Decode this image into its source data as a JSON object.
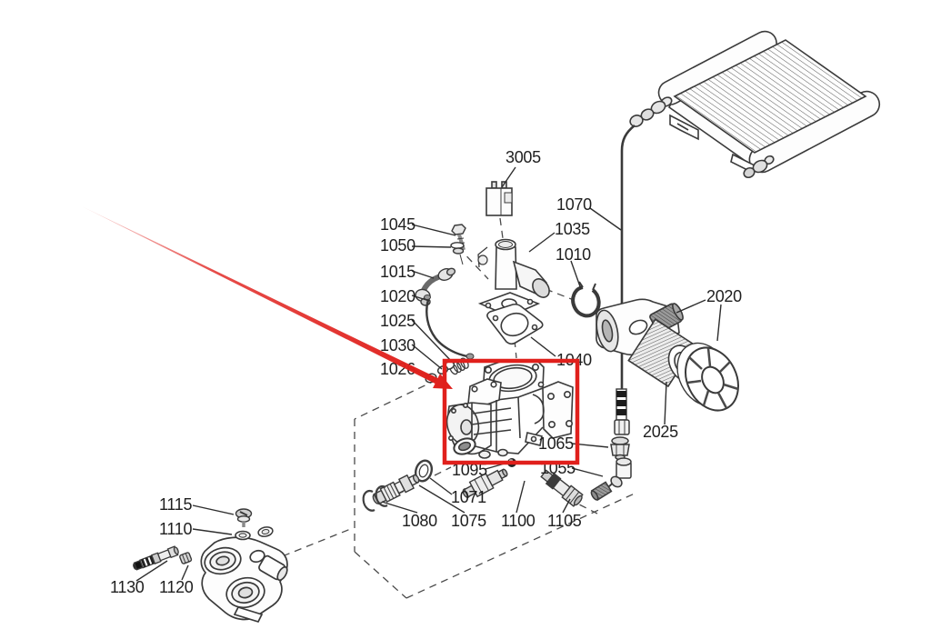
{
  "diagram": {
    "type": "exploded-parts-diagram",
    "description": "Compressor / pump exploded parts view with numbered callouts; one part highlighted by red box and red arrow",
    "background_color": "#ffffff",
    "line_color": "#3a3a3a",
    "highlight_color": "#e0201c"
  },
  "labels": [
    {
      "text": "3005"
    },
    {
      "text": "1045"
    },
    {
      "text": "1050"
    },
    {
      "text": "1015"
    },
    {
      "text": "1020"
    },
    {
      "text": "1025"
    },
    {
      "text": "1030"
    },
    {
      "text": "1026"
    },
    {
      "text": "1070"
    },
    {
      "text": "1035"
    },
    {
      "text": "1010"
    },
    {
      "text": "1040"
    },
    {
      "text": "2020"
    },
    {
      "text": "2025"
    },
    {
      "text": "1065"
    },
    {
      "text": "1095"
    },
    {
      "text": "1055"
    },
    {
      "text": "1071"
    },
    {
      "text": "1080"
    },
    {
      "text": "1075"
    },
    {
      "text": "1100"
    },
    {
      "text": "1105"
    },
    {
      "text": "1115"
    },
    {
      "text": "1110"
    },
    {
      "text": "1130"
    },
    {
      "text": "1120"
    }
  ]
}
